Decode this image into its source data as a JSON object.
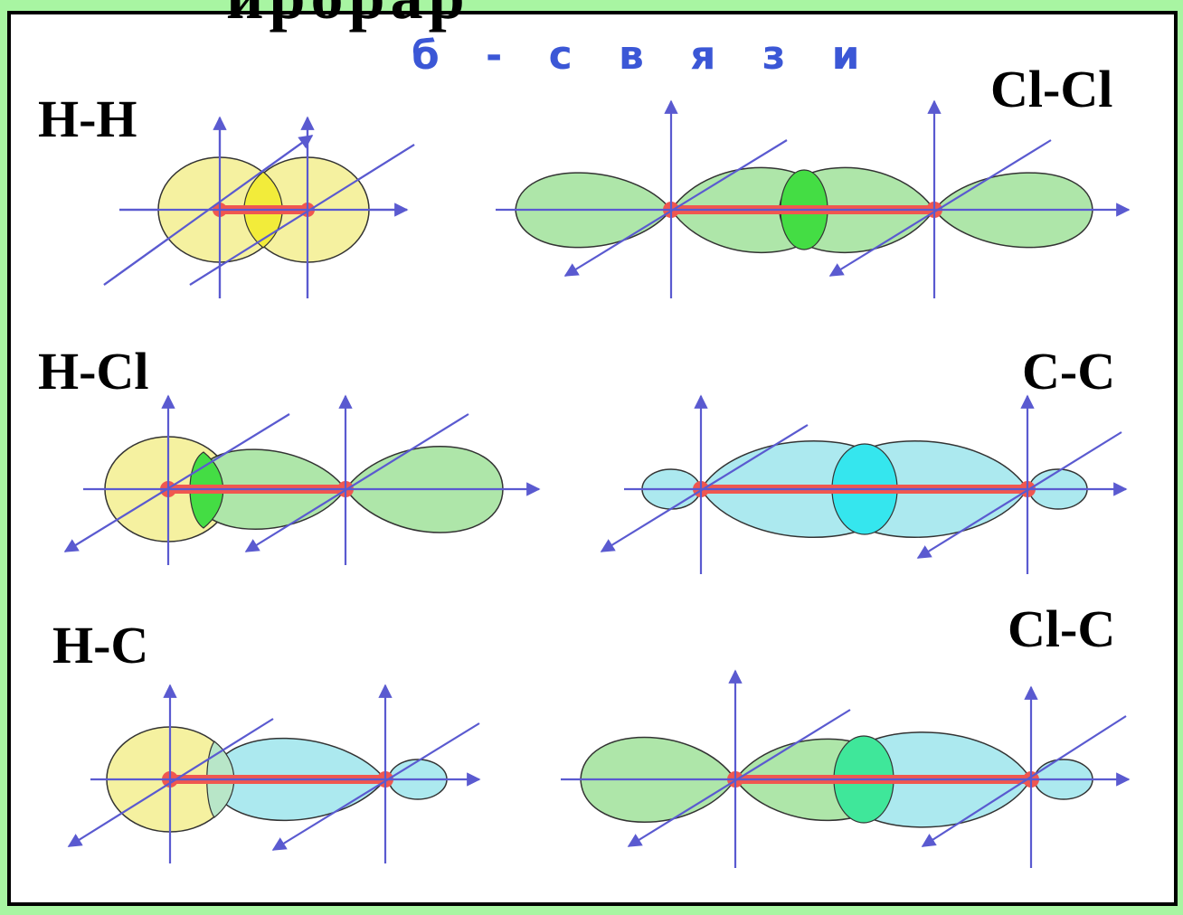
{
  "slide": {
    "clipped_heading": "ирорар",
    "title": "б - с в я з и"
  },
  "colors": {
    "background": "#a8f5a2",
    "panel": "#ffffff",
    "axis": "#5a5ad0",
    "bond": "#f0574f",
    "s_orbital": "#f5f1a0",
    "p_orbital": "#aee6a9",
    "hybrid_orbital": "#ace9ef",
    "overlap_s": "#f2ec3a",
    "overlap_p": "#44dd44",
    "overlap_hybrid": "#35e6ee"
  },
  "molecules": [
    {
      "id": "h-h",
      "label": "H-H",
      "left": "s",
      "right": "s"
    },
    {
      "id": "cl-cl",
      "label": "Cl-Cl",
      "left": "p",
      "right": "p"
    },
    {
      "id": "h-cl",
      "label": "H-Cl",
      "left": "s",
      "right": "p"
    },
    {
      "id": "c-c",
      "label": "C-C",
      "left": "hybrid",
      "right": "hybrid"
    },
    {
      "id": "h-c",
      "label": "H-C",
      "left": "s",
      "right": "hybrid"
    },
    {
      "id": "cl-c",
      "label": "Cl-C",
      "left": "p",
      "right": "hybrid"
    }
  ]
}
